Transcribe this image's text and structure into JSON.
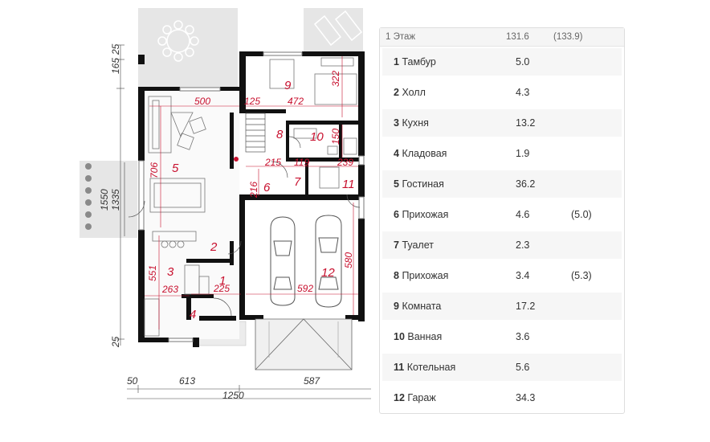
{
  "dimensions": {
    "left_top_1": "25",
    "left_top_2": "165",
    "left_mid_1": "1550",
    "left_mid_2": "1335",
    "left_bottom": "25",
    "bottom_1": "50",
    "bottom_2": "613",
    "bottom_3": "587",
    "bottom_total": "1250",
    "d500": "500",
    "d125": "125",
    "d472": "472",
    "d322": "322",
    "d150": "150",
    "d706": "706",
    "d215": "215",
    "d119": "119",
    "d239": "239",
    "d216": "216",
    "d551": "551",
    "d263": "263",
    "d225": "225",
    "d592": "592",
    "d580": "580"
  },
  "room_labels": {
    "r1": "1",
    "r2": "2",
    "r3": "3",
    "r4": "4",
    "r5": "5",
    "r6": "6",
    "r7": "7",
    "r8": "8",
    "r9": "9",
    "r10": "10",
    "r11": "11",
    "r12": "12"
  },
  "table": {
    "header": {
      "floor": "1 Этаж",
      "total": "131.6",
      "total_alt": "(133.9)"
    },
    "rows": [
      {
        "num": "1",
        "name": "Тамбур",
        "area": "5.0",
        "alt": ""
      },
      {
        "num": "2",
        "name": "Холл",
        "area": "4.3",
        "alt": ""
      },
      {
        "num": "3",
        "name": "Кухня",
        "area": "13.2",
        "alt": ""
      },
      {
        "num": "4",
        "name": "Кладовая",
        "area": "1.9",
        "alt": ""
      },
      {
        "num": "5",
        "name": "Гостиная",
        "area": "36.2",
        "alt": ""
      },
      {
        "num": "6",
        "name": "Прихожая",
        "area": "4.6",
        "alt": "(5.0)"
      },
      {
        "num": "7",
        "name": "Туалет",
        "area": "2.3",
        "alt": ""
      },
      {
        "num": "8",
        "name": "Прихожая",
        "area": "3.4",
        "alt": "(5.3)"
      },
      {
        "num": "9",
        "name": "Комната",
        "area": "17.2",
        "alt": ""
      },
      {
        "num": "10",
        "name": "Ванная",
        "area": "3.6",
        "alt": ""
      },
      {
        "num": "11",
        "name": "Котельная",
        "area": "5.6",
        "alt": ""
      },
      {
        "num": "12",
        "name": "Гараж",
        "area": "34.3",
        "alt": ""
      }
    ]
  },
  "colors": {
    "wall": "#111111",
    "red": "#c8102e",
    "terrace": "#e6e6e6"
  }
}
